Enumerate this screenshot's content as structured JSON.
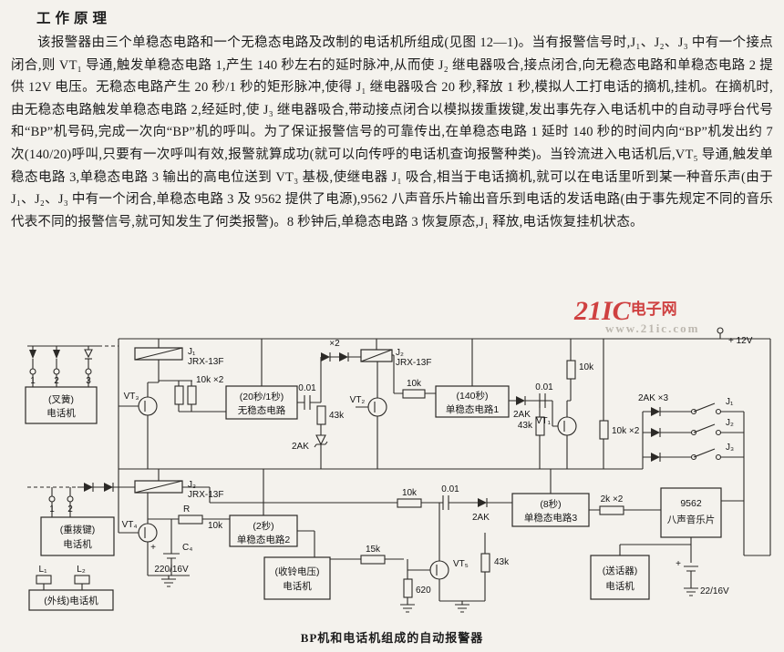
{
  "doc": {
    "title": "工作原理",
    "body": "该报警器由三个单稳态电路和一个无稳态电路及改制的电话机所组成(见图 12—1)。当有报警信号时,J₁、J₂、J₃ 中有一个接点闭合,则 VT₁ 导通,触发单稳态电路 1,产生 140 秒左右的延时脉冲,从而使 J₂ 继电器吸合,接点闭合,向无稳态电路和单稳态电路 2 提供 12V 电压。无稳态电路产生 20 秒/1 秒的矩形脉冲,使得 J₁ 继电器吸合 20 秒,释放 1 秒,模拟人工打电话的摘机,挂机。在摘机时,由无稳态电路触发单稳态电路 2,经延时,使 J₃ 继电器吸合,带动接点闭合以模拟拨重拨键,发出事先存入电话机中的自动寻呼台代号和“BP”机号码,完成一次向“BP”机的呼叫。为了保证报警信号的可靠传出,在单稳态电路 1 延时 140 秒的时间内向“BP”机发出约 7 次(140/20)呼叫,只要有一次呼叫有效,报警就算成功(就可以向传呼的电话机查询报警种类)。当铃流进入电话机后,VT₅ 导通,触发单稳态电路 3,单稳态电路 3 输出的高电位送到 VT₃ 基极,使继电器 J₁ 吸合,相当于电话摘机,就可以在电话里听到某一种音乐声(由于 J₁、J₂、J₃ 中有一个闭合,单稳态电路 3 及 9562 提供了电源),9562 八声音乐片输出音乐到电话的发话电路(由于事先规定不同的音乐代表不同的报警信号,就可知发生了何类报警)。8 秒钟后,单稳态电路 3 恢复原态,J₁ 释放,电话恢复挂机状态。",
    "caption": "BP机和电话机组成的自动报警器"
  },
  "watermark": {
    "main": "21IC",
    "cn": "电子网",
    "url": "www.21ic.com",
    "accent_color": "#cc3333",
    "gray_color": "#b8b3aa"
  },
  "labels": {
    "relay1_name": "J₁",
    "relay1_model": "JRX-13F",
    "term_a1": "1",
    "term_a2": "2",
    "term_a3": "3",
    "box_fork_1": "(叉簧)",
    "box_fork_2": "电话机",
    "vt3": "VT₃",
    "r_10k_x2_a": "10k ×2",
    "box_astable_1": "(20秒/1秒)",
    "box_astable_2": "无稳态电路",
    "cap_001_a": "0.01",
    "r_43k_a": "43k",
    "zener_2ak_a": "2AK",
    "x2": "×2",
    "relay2_name": "J₂",
    "relay2_model": "JRX-13F",
    "vt2": "VT₂",
    "r_10k_a": "10k",
    "box_mono1_1": "(140秒)",
    "box_mono1_2": "单稳态电路1",
    "diode_2ak_b": "2AK",
    "cap_001_b": "0.01",
    "r_10k_b": "10k",
    "r_43k_b": "43k",
    "vt1": "VT₁",
    "r_10k_x2_b": "10k ×2",
    "diode_2ak_x3": "2AK ×3",
    "sw_j1": "J₁",
    "sw_j2": "J₂",
    "sw_j3": "J₃",
    "supply": "+ 12V",
    "relay3_name": "J₃",
    "relay3_model": "JRX-13F",
    "term_b1": "1",
    "term_b2": "2",
    "box_redial_1": "(重拨键)",
    "box_redial_2": "电话机",
    "vt4": "VT₄",
    "r_label": "R",
    "r_10k_c": "10k",
    "box_mono2_1": "(2秒)",
    "box_mono2_2": "单稳态电路2",
    "cap_c4_plus": "+",
    "cap_c4": "C₄",
    "cap_c4_val": "220/16V",
    "l1": "L₁",
    "l2": "L₂",
    "box_outline": "(外线)电话机",
    "box_ring_1": "(收铃电压)",
    "box_ring_2": "电话机",
    "r_15k": "15k",
    "r_620": "620",
    "vt5": "VT₅",
    "r_43k_c": "43k",
    "r_10k_d": "10k",
    "cap_001_c": "0.01",
    "diode_2ak_c": "2AK",
    "box_mono3_1": "(8秒)",
    "box_mono3_2": "单稳态电路3",
    "r_2k_x2": "2k ×2",
    "box_music_1": "9562",
    "box_music_2": "八声音乐片",
    "box_mic_1": "(送话器)",
    "box_mic_2": "电话机",
    "cap_22_plus": "+",
    "cap_22_val": "22/16V"
  }
}
